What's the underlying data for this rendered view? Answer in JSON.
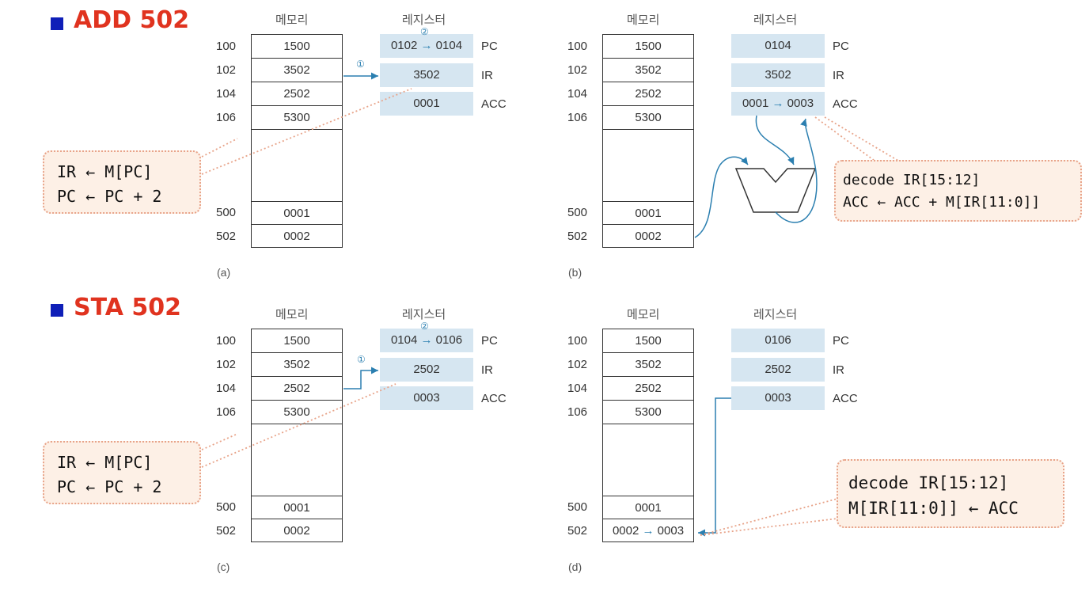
{
  "sections": [
    {
      "title": "ADD 502"
    },
    {
      "title": "STA 502"
    }
  ],
  "labels": {
    "memory": "메모리",
    "registers": "레지스터"
  },
  "addresses": [
    "100",
    "102",
    "104",
    "106",
    "500",
    "502"
  ],
  "panels": {
    "a": {
      "caption": "(a)",
      "memory": [
        "1500",
        "3502",
        "2502",
        "5300",
        "0001",
        "0002"
      ],
      "registers": [
        {
          "name": "PC",
          "from": "0102",
          "to": "0104",
          "step": "②"
        },
        {
          "name": "IR",
          "value": "3502"
        },
        {
          "name": "ACC",
          "value": "0001"
        }
      ],
      "fetch_step": "①"
    },
    "b": {
      "caption": "(b)",
      "memory": [
        "1500",
        "3502",
        "2502",
        "5300",
        "0001",
        "0002"
      ],
      "registers": [
        {
          "name": "PC",
          "value": "0104"
        },
        {
          "name": "IR",
          "value": "3502"
        },
        {
          "name": "ACC",
          "from": "0001",
          "to": "0003"
        }
      ],
      "alu_op": "+"
    },
    "c": {
      "caption": "(c)",
      "memory": [
        "1500",
        "3502",
        "2502",
        "5300",
        "0001",
        "0002"
      ],
      "registers": [
        {
          "name": "PC",
          "from": "0104",
          "to": "0106",
          "step": "②"
        },
        {
          "name": "IR",
          "value": "2502"
        },
        {
          "name": "ACC",
          "value": "0003"
        }
      ],
      "fetch_step": "①"
    },
    "d": {
      "caption": "(d)",
      "memory": [
        "1500",
        "3502",
        "2502",
        "5300",
        "0001",
        "0002"
      ],
      "memory_change": {
        "from": "0002",
        "to": "0003"
      },
      "registers": [
        {
          "name": "PC",
          "value": "0106"
        },
        {
          "name": "IR",
          "value": "2502"
        },
        {
          "name": "ACC",
          "value": "0003"
        }
      ]
    }
  },
  "notes": {
    "fetch_top": [
      "IR ← M[PC]",
      "PC ← PC + 2"
    ],
    "add_exec": [
      "decode IR[15:12]",
      "ACC ← ACC + M[IR[11:0]]"
    ],
    "fetch_bottom": [
      "IR ← M[PC]",
      "PC ← PC + 2"
    ],
    "sta_exec": [
      "decode IR[15:12]",
      "M[IR[11:0]] ← ACC"
    ]
  },
  "colors": {
    "title": "#e0331f",
    "bullet": "#0f1fb8",
    "register_fill": "#d6e6f1",
    "arrow": "#2b7fb0",
    "note_fill": "#fdf0e6",
    "note_border": "#e8a48a"
  }
}
